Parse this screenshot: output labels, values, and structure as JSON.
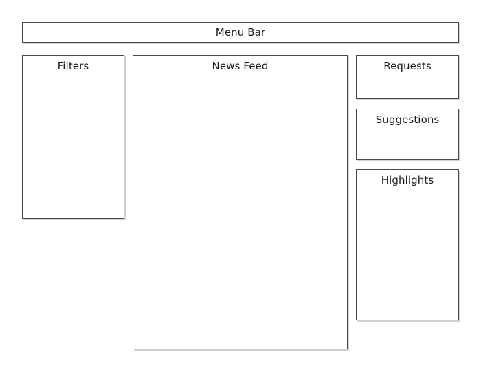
{
  "page": {
    "kind": "wireframe-mockup",
    "background_color": "#ffffff",
    "panel_fill_color": "#ffffff",
    "panel_border_color": "#4a4a4a",
    "panel_shadow_color": "#aaaaaa",
    "label_color": "#1a1a1a"
  },
  "menu_bar": {
    "label": "Menu Bar"
  },
  "sidebar_left": {
    "filters": {
      "label": "Filters"
    }
  },
  "main": {
    "news_feed": {
      "label": "News Feed"
    }
  },
  "sidebar_right": {
    "panels": [
      {
        "label": "Requests"
      },
      {
        "label": "Suggestions"
      },
      {
        "label": "Highlights"
      }
    ]
  }
}
